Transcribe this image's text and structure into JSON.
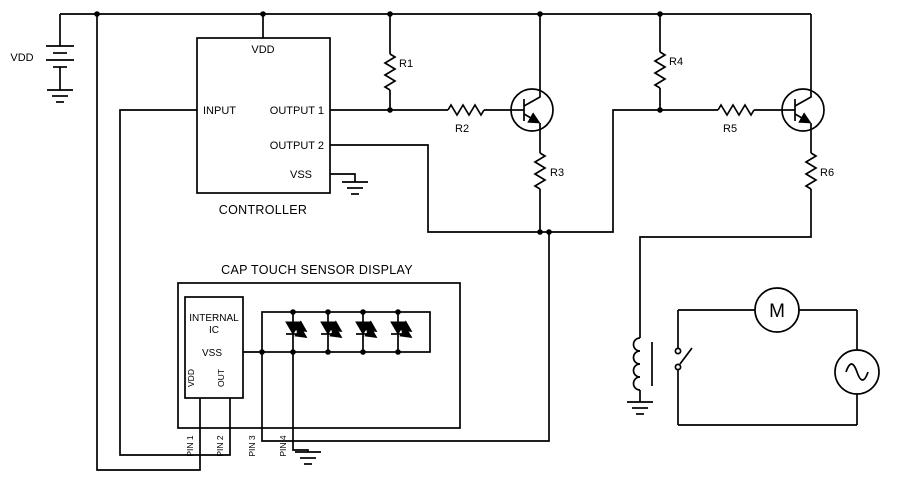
{
  "power": {
    "vdd": "VDD"
  },
  "controller": {
    "title": "CONTROLLER",
    "pin_vdd": "VDD",
    "pin_input": "INPUT",
    "pin_output1": "OUTPUT 1",
    "pin_output2": "OUTPUT 2",
    "pin_vss": "VSS"
  },
  "resistors": {
    "r1": "R1",
    "r2": "R2",
    "r3": "R3",
    "r4": "R4",
    "r5": "R5",
    "r6": "R6"
  },
  "captouch": {
    "title": "CAP TOUCH SENSOR DISPLAY",
    "ic_name_line1": "INTERNAL",
    "ic_name_line2": "IC",
    "ic_pin_vss": "VSS",
    "ic_pin_vdd": "VDD",
    "ic_pin_out": "OUT",
    "pin1": "PIN 1",
    "pin2": "PIN 2",
    "pin3": "PIN 3",
    "pin4": "PIN 4"
  },
  "load": {
    "motor_label": "M"
  },
  "colors": {
    "line": "#000000",
    "background": "#ffffff"
  }
}
